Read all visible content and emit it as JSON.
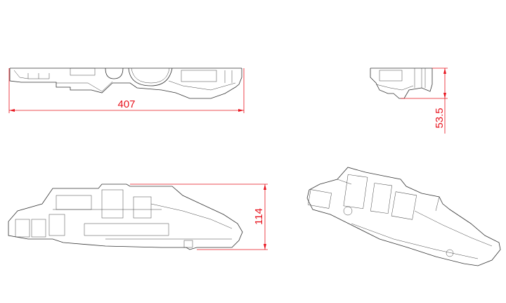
{
  "dimensions": {
    "length": "407",
    "height_side": "53.5",
    "height_front": "114"
  },
  "colors": {
    "dimension": "#e8141e",
    "linework": "#333333"
  }
}
